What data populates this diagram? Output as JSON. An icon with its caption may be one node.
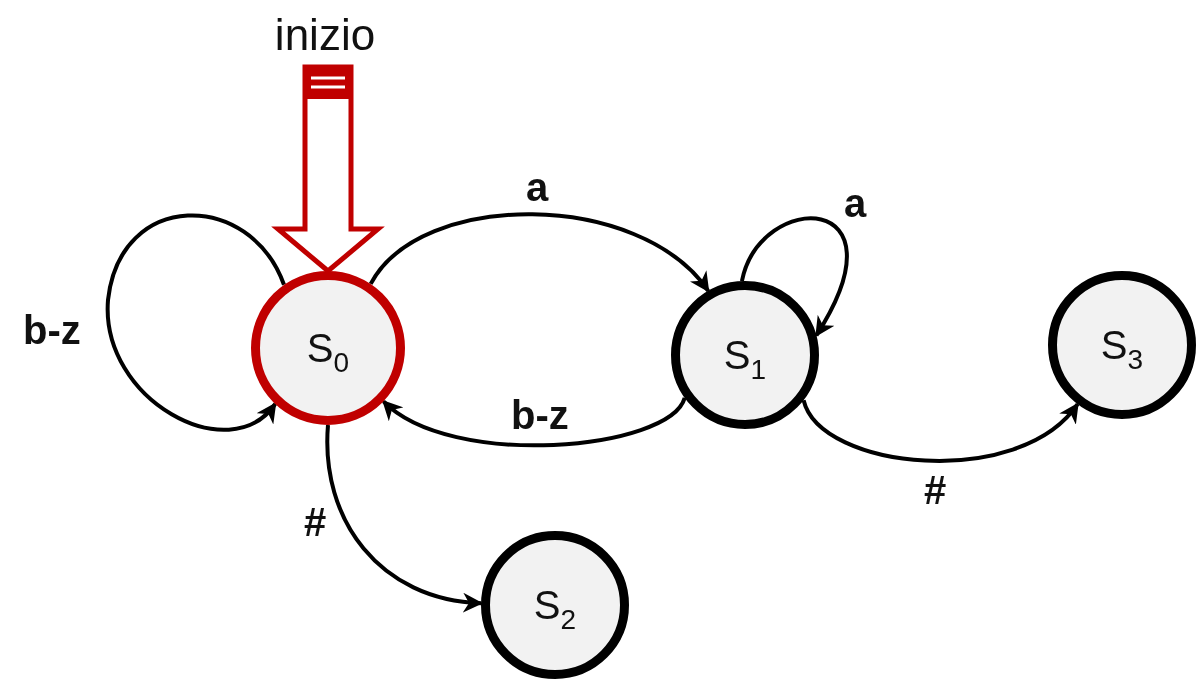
{
  "diagram": {
    "nodes": [
      {
        "text": [
          "inizio"
        ]
      },
      {
        "text": [
          "S$_{0}$"
        ]
      },
      {
        "text": [
          "S$_{1}$"
        ]
      },
      {
        "text": [
          "S$_{3}$"
        ]
      },
      {
        "text": [
          "S$_{2}$"
        ]
      }
    ],
    "edges": [
      {
        "from": 0,
        "to": 1,
        "arrow": "to",
        "style": "thick",
        "color": "#c00000"
      },
      {
        "from": 1,
        "to": 1,
        "arrow": "to",
        "label": "b-z"
      },
      {
        "from": 1,
        "to": 2,
        "arrow": "to",
        "label": "a"
      },
      {
        "from": 2,
        "to": 2,
        "arrow": "to",
        "label": "a"
      },
      {
        "from": 2,
        "to": 1,
        "arrow": "to",
        "label": "b-z"
      },
      {
        "from": 1,
        "to": 4,
        "arrow": "to",
        "label": "#"
      },
      {
        "from": 2,
        "to": 3,
        "arrow": "to",
        "label": "#"
      }
    ]
  }
}
